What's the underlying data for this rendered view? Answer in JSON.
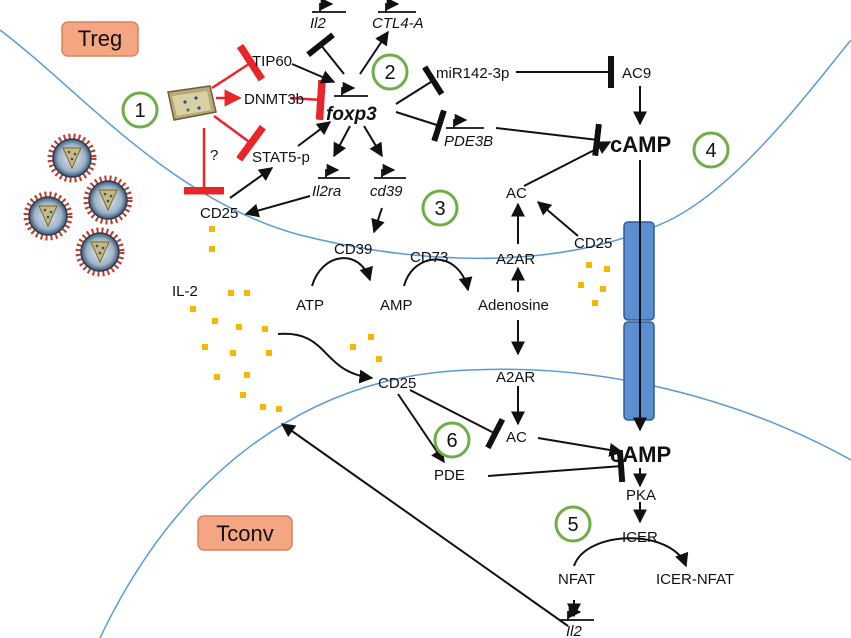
{
  "cells": {
    "treg": "Treg",
    "tconv": "Tconv"
  },
  "genes": {
    "il2_top": "Il2",
    "ctl4a": "CTL4-A",
    "foxp3": "foxp3",
    "il2ra": "Il2ra",
    "cd39": "cd39",
    "pde3b": "PDE3B",
    "il2_bottom": "Il2"
  },
  "molecules": {
    "tip60": "TIP60",
    "dnmt3b": "DNMT3b",
    "stat5p": "STAT5-p",
    "mir142": "miR142-3p",
    "ac9": "AC9",
    "camp_top": "cAMP",
    "camp_bottom": "cAMP",
    "question": "?",
    "cd25_left": "CD25",
    "cd39": "CD39",
    "cd73": "CD73",
    "a2ar_top": "A2AR",
    "a2ar_bottom": "A2AR",
    "ac_top": "AC",
    "ac_bottom": "AC",
    "cd25_right": "CD25",
    "cd25_center": "CD25",
    "il2": "IL-2",
    "atp": "ATP",
    "amp": "AMP",
    "adenosine": "Adenosine",
    "pde": "PDE",
    "pka": "PKA",
    "icer": "ICER",
    "nfat": "NFAT",
    "icer_nfat": "ICER-NFAT"
  },
  "steps": [
    "1",
    "2",
    "3",
    "4",
    "5",
    "6"
  ],
  "colors": {
    "membrane": "#5b9bd5",
    "cell_label_fill": "#f4a582",
    "cell_label_border": "#d6845e",
    "step_circle": "#70ad47",
    "inhibit_red": "#e8262a",
    "il2_dots": "#f5b800",
    "gap_junction": "#5b8fd0",
    "drug": "#b8a878"
  },
  "icons": [
    "drug-tablet-icon",
    "virus-particle-icon",
    "gap-junction-icon"
  ]
}
